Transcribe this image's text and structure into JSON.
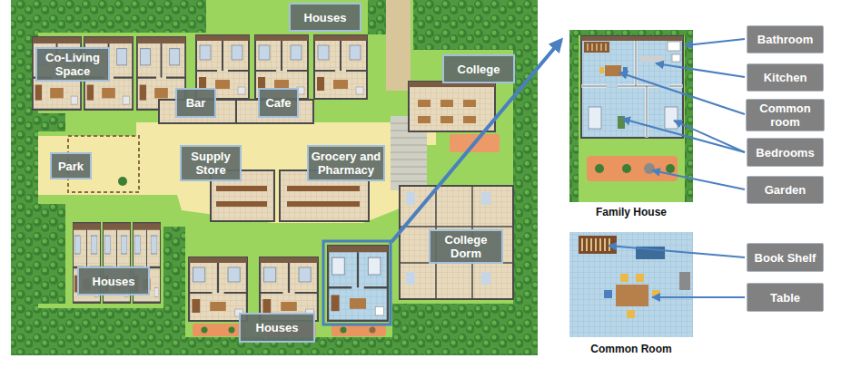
{
  "diagram": {
    "nodes": [
      {
        "text": [
          "Houses"
        ]
      },
      {
        "text": [
          "Co-Living Space"
        ]
      },
      {
        "text": [
          "College"
        ]
      },
      {
        "text": [
          "Bar"
        ]
      },
      {
        "text": [
          "Cafe"
        ]
      },
      {
        "text": [
          "Supply Store"
        ]
      },
      {
        "text": [
          "Grocery and Pharmacy"
        ]
      },
      {
        "text": [
          "Park"
        ]
      },
      {
        "text": [
          "College Dorm"
        ]
      },
      {
        "text": [
          "Houses"
        ]
      },
      {
        "text": [
          "Houses"
        ]
      },
      {
        "text": [
          "Bathroom"
        ]
      },
      {
        "text": [
          "Kitchen"
        ]
      },
      {
        "text": [
          "Common room"
        ]
      },
      {
        "text": [
          "Bedrooms"
        ]
      },
      {
        "text": [
          "Garden"
        ]
      },
      {
        "text": [
          "Book Shelf"
        ]
      },
      {
        "text": [
          "Table"
        ]
      }
    ],
    "labels": [
      "Family House",
      "Common Room"
    ]
  }
}
